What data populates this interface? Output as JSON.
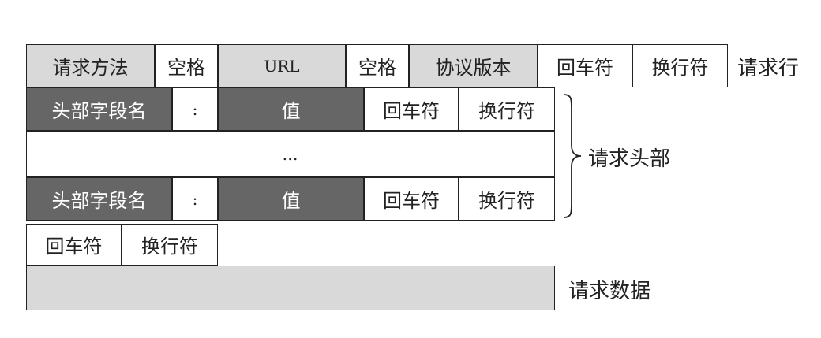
{
  "request_line": {
    "cells": [
      "请求方法",
      "空格",
      "URL",
      "空格",
      "协议版本",
      "回车符",
      "换行符"
    ],
    "label": "请求行"
  },
  "header_rows": [
    {
      "cells": [
        "头部字段名",
        ":",
        "值",
        "回车符",
        "换行符"
      ]
    },
    {
      "cells": [
        "…"
      ]
    },
    {
      "cells": [
        "头部字段名",
        ":",
        "值",
        "回车符",
        "换行符"
      ]
    }
  ],
  "header_label": "请求头部",
  "blank_line": {
    "cells": [
      "回车符",
      "换行符"
    ]
  },
  "body_label": "请求数据"
}
